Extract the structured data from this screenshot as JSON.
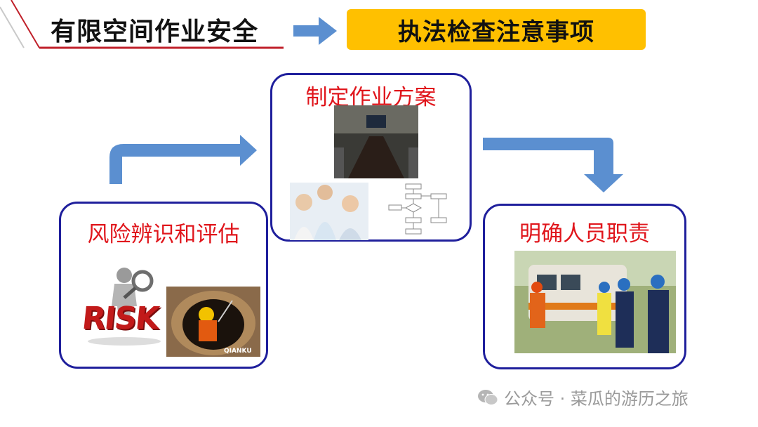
{
  "header": {
    "title": "有限空间作业安全",
    "badge": "执法检查注意事项"
  },
  "steps": {
    "left": {
      "title": "风险辨识和评估",
      "risk_word": "RISK",
      "photo_caption": "QIANKU"
    },
    "mid": {
      "title": "制定作业方案"
    },
    "right": {
      "title": "明确人员职责"
    }
  },
  "watermark": {
    "text": "公众号 · 菜瓜的游历之旅"
  },
  "colors": {
    "badge": "#ffc000",
    "box_border": "#1f1f9c",
    "step_title": "#e0161c",
    "arrow": "#5b8fd0",
    "deco_line": "#c0202a"
  },
  "icons": [
    "arrow-right-icon",
    "wechat-icon",
    "magnifier-person-icon"
  ]
}
